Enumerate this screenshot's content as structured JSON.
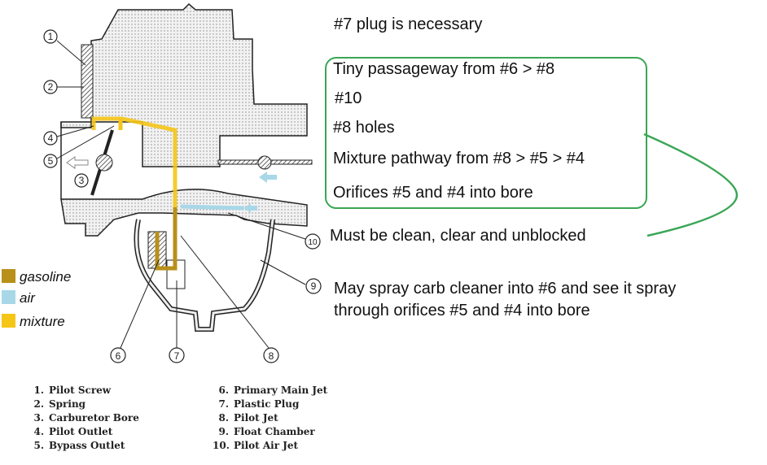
{
  "notes": {
    "plug": "#7 plug is necessary",
    "box_lines": [
      "Tiny passageway from #6 > #8",
      "#10",
      "#8 holes",
      "Mixture pathway from #8 > #5 > #4",
      "Orifices #5 and #4 into bore"
    ],
    "must_be_clean": "Must be clean, clear and unblocked",
    "spray_line1": "May spray carb cleaner into #6 and see it spray",
    "spray_line2": "through orifices #5 and #4 into bore"
  },
  "legend": [
    {
      "label": "gasoline",
      "color": "#b8901a"
    },
    {
      "label": "air",
      "color": "#a8d8e8"
    },
    {
      "label": "mixture",
      "color": "#f5c518"
    }
  ],
  "callouts": [
    "1",
    "2",
    "3",
    "4",
    "5",
    "6",
    "7",
    "8",
    "9",
    "10"
  ],
  "parts_left": [
    {
      "num": "1.",
      "name": "Pilot Screw"
    },
    {
      "num": "2.",
      "name": "Spring"
    },
    {
      "num": "3.",
      "name": "Carburetor Bore"
    },
    {
      "num": "4.",
      "name": "Pilot Outlet"
    },
    {
      "num": "5.",
      "name": "Bypass Outlet"
    }
  ],
  "parts_right": [
    {
      "num": "6.",
      "name": "Primary Main Jet"
    },
    {
      "num": "7.",
      "name": "Plastic Plug"
    },
    {
      "num": "8.",
      "name": "Pilot Jet"
    },
    {
      "num": "9.",
      "name": "Float Chamber"
    },
    {
      "num": "10.",
      "name": "Pilot Air Jet"
    }
  ],
  "colors": {
    "box_border": "#3aa655",
    "body_fill": "#e6e6e6"
  }
}
